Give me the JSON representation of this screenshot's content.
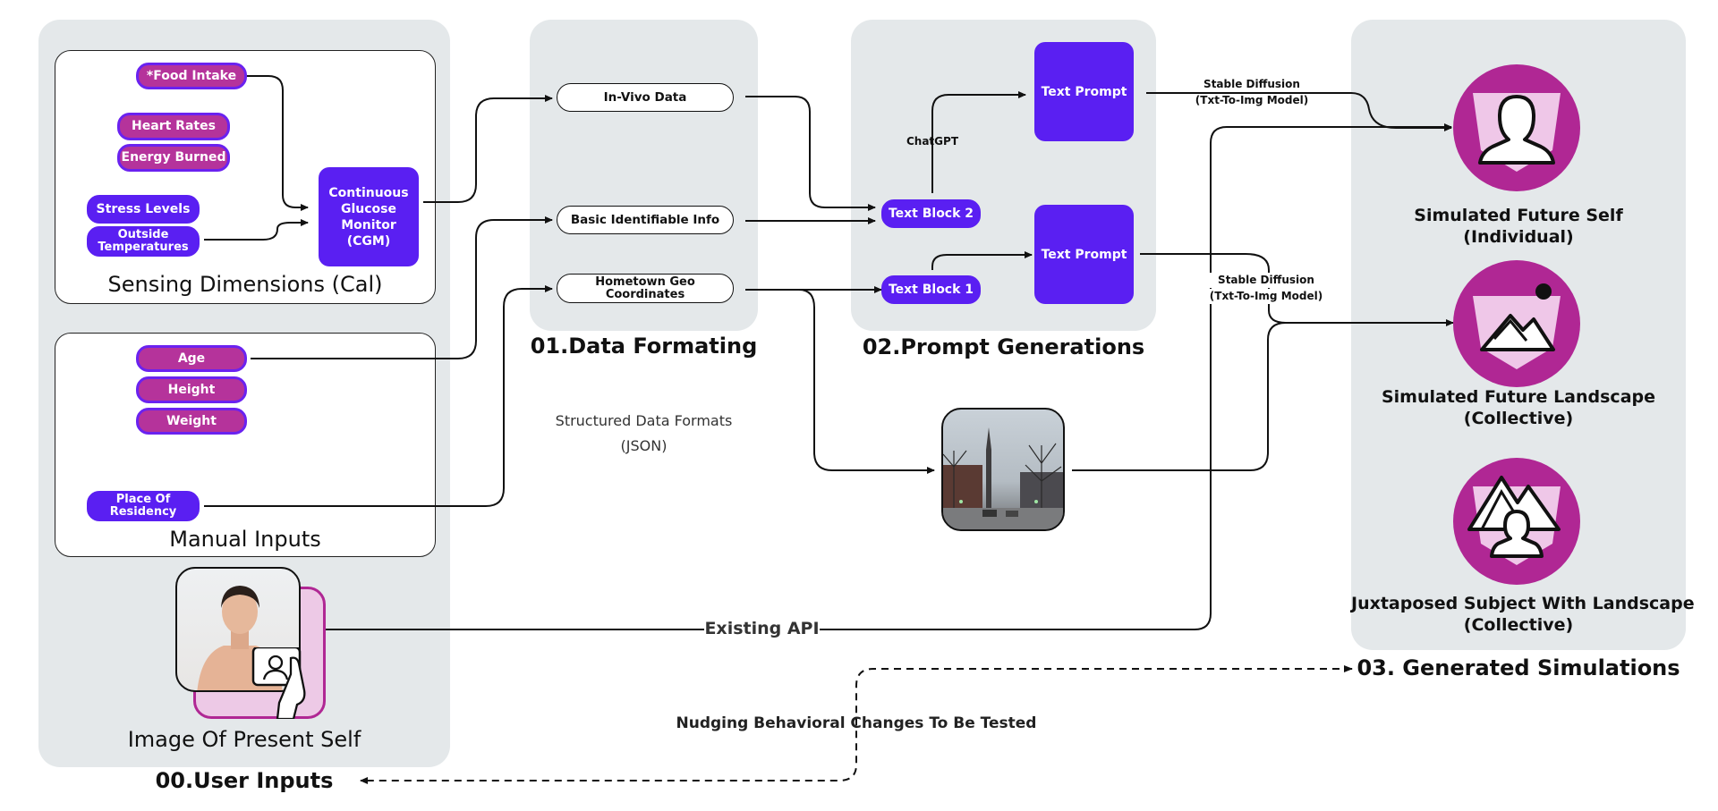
{
  "stages": {
    "user_inputs": "00.User Inputs",
    "data_formating": "01.Data Formating",
    "prompt_generations": "02.Prompt Generations",
    "generated_simulations": "03. Generated Simulations"
  },
  "sensing": {
    "title": "Sensing Dimensions (Cal)",
    "food_intake": "*Food Intake",
    "heart_rates": "Heart Rates",
    "energy_burned": "Energy Burned",
    "stress_levels": "Stress Levels",
    "outside_temperatures": "Outside Temperatures",
    "cgm": "Continuous Glucose Monitor (CGM)"
  },
  "manual": {
    "title": "Manual Inputs",
    "age": "Age",
    "height": "Height",
    "weight": "Weight",
    "place_of_residency": "Place Of Residency"
  },
  "present_self": "Image Of Present Self",
  "formatting": {
    "in_vivo": "In-Vivo Data",
    "basic_info": "Basic Identifiable Info",
    "hometown_geo": "Hometown Geo Coordinates",
    "structured_line1": "Structured Data Formats",
    "structured_line2": "(JSON)"
  },
  "prompts": {
    "text_block_2": "Text Block 2",
    "text_block_1": "Text Block 1",
    "chatgpt": "ChatGPT",
    "text_prompt_top": "Text Prompt",
    "text_prompt_bottom": "Text Prompt"
  },
  "models": {
    "sd_top_line1": "Stable Diffusion",
    "sd_top_line2": "(Txt-To-Img Model)",
    "sd_bottom_line1": "Stable Diffusion",
    "sd_bottom_line2": "(Txt-To-Img Model)"
  },
  "existing_api": "Existing API",
  "nudging": "Nudging Behavioral Changes To Be Tested",
  "outputs": {
    "individual_line1": "Simulated Future Self",
    "individual_line2": "(Individual)",
    "landscape_line1": "Simulated Future Landscape",
    "landscape_line2": "(Collective)",
    "juxtaposed_line1": "Juxtaposed Subject With Landscape",
    "juxtaposed_line2": "(Collective)"
  },
  "colors": {
    "purple": "#5a1ff2",
    "magenta": "#b5339b",
    "panel": "#e4e8ea"
  }
}
